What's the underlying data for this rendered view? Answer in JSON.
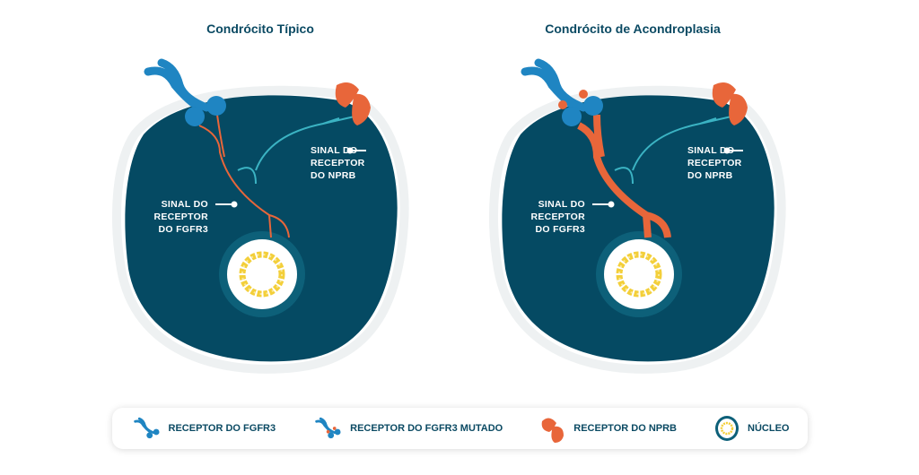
{
  "titles": {
    "typical": "Condrócito Típico",
    "achondroplasia": "Condrócito de Acondroplasia"
  },
  "labels": {
    "nprb_signal": [
      "SINAL DO",
      "RECEPTOR",
      "DO NPRB"
    ],
    "fgfr3_signal": [
      "SINAL DO",
      "RECEPTOR",
      "DO FGFR3"
    ]
  },
  "legend": [
    {
      "icon": "fgfr3-receptor-icon",
      "label": "RECEPTOR DO FGFR3"
    },
    {
      "icon": "mutated-fgfr3-receptor-icon",
      "label": "RECEPTOR DO FGFR3 MUTADO"
    },
    {
      "icon": "nprb-receptor-icon",
      "label": "RECEPTOR DO NPRB"
    },
    {
      "icon": "nucleus-icon",
      "label": "NÚCLEO"
    }
  ],
  "colors": {
    "cell": "#054a63",
    "fgfr3": "#1f85c2",
    "mutation": "#e8663a",
    "nprb_signal": "#3bb3c3",
    "dna": "#f3cf3a"
  }
}
